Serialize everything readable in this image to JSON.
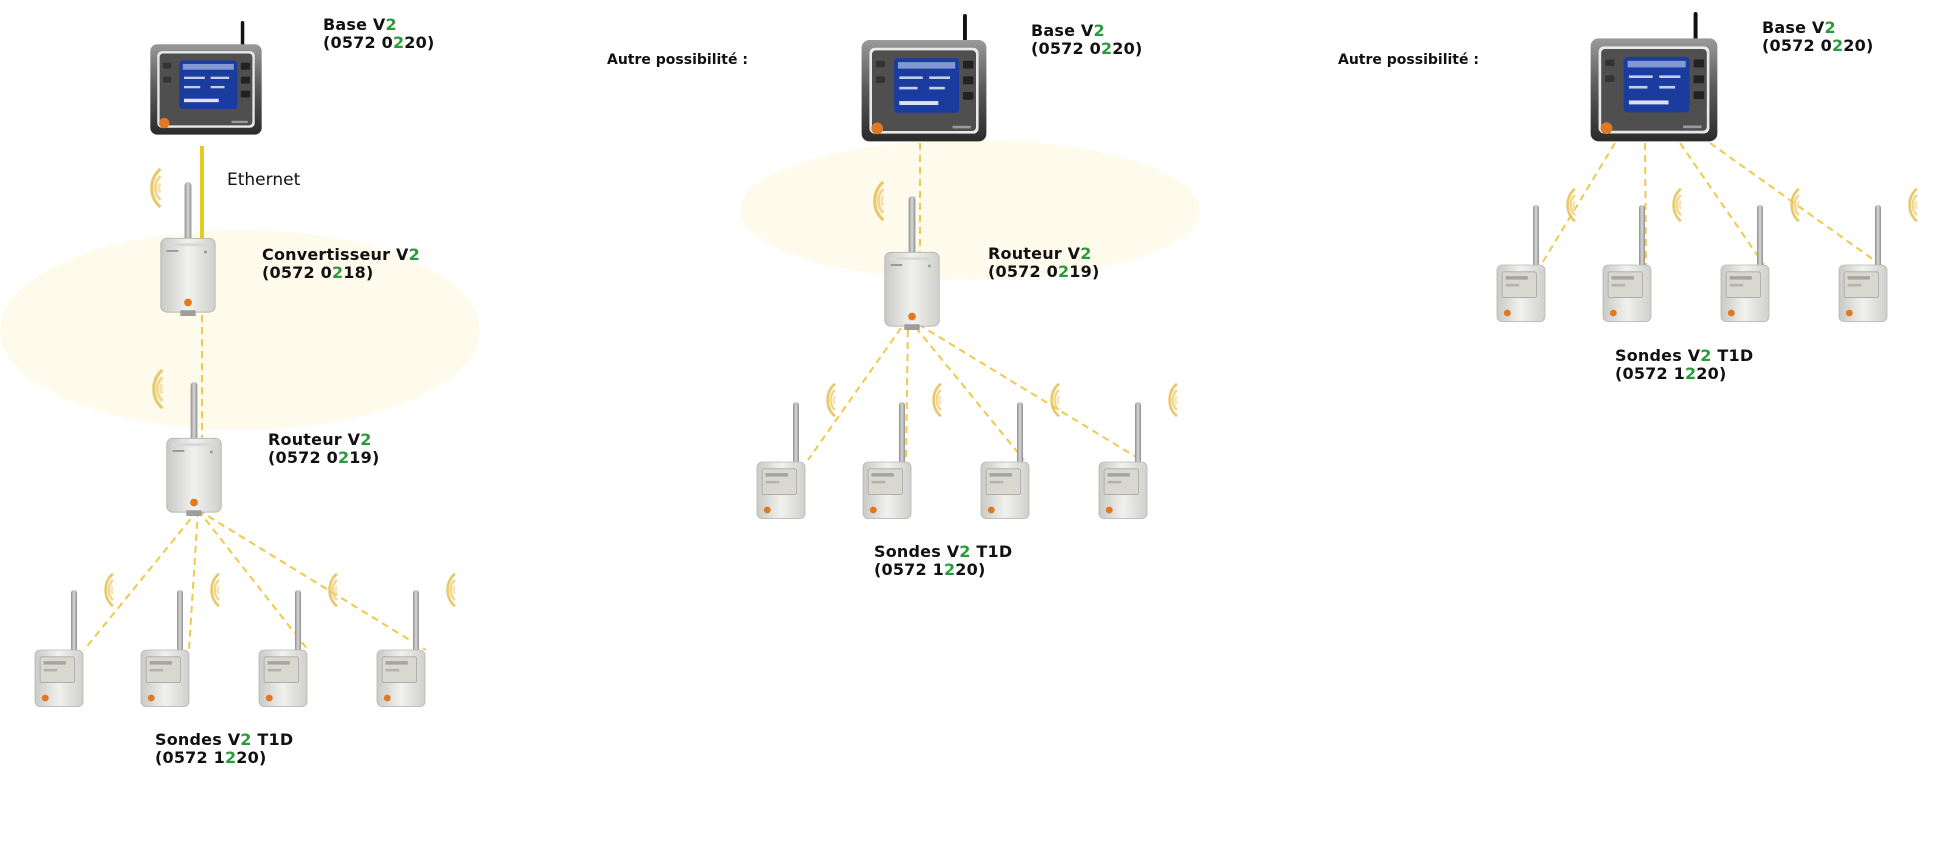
{
  "colors": {
    "wire_ethernet": "#e4cc1e",
    "wire_radio": "#f0c94a",
    "highlight_digit": "#2a9a3c",
    "device_body": "#e6e6e3",
    "base_case": "#6c6c6c",
    "base_screen": "#1a3c9e",
    "brand_orange": "#e07a22"
  },
  "icons": {
    "base": "base-station-icon",
    "converter": "converter-icon",
    "router": "router-icon",
    "probe": "probe-icon",
    "signal": "wireless-signal-icon"
  },
  "diagram1": {
    "base": {
      "pre": "Base V",
      "hi": "2",
      "post": "",
      "code_pre": "(0572 0",
      "code_hi": "2",
      "code_post": "20)"
    },
    "ethernet_label": "Ethernet",
    "converter": {
      "pre": "Convertisseur V",
      "hi": "2",
      "post": "",
      "code_pre": "(0572 0",
      "code_hi": "2",
      "code_post": "18)"
    },
    "router": {
      "pre": "Routeur V",
      "hi": "2",
      "post": "",
      "code_pre": "(0572 0",
      "code_hi": "2",
      "code_post": "19)"
    },
    "probes": {
      "pre": "Sondes V",
      "hi": "2",
      "post": " T1D",
      "code_pre": "(0572 1",
      "code_hi": "2",
      "code_post": "20)"
    }
  },
  "diagram2": {
    "alt_label": "Autre possibilité :",
    "base": {
      "pre": "Base V",
      "hi": "2",
      "post": "",
      "code_pre": "(0572 0",
      "code_hi": "2",
      "code_post": "20)"
    },
    "router": {
      "pre": "Routeur V",
      "hi": "2",
      "post": "",
      "code_pre": "(0572 0",
      "code_hi": "2",
      "code_post": "19)"
    },
    "probes": {
      "pre": "Sondes V",
      "hi": "2",
      "post": " T1D",
      "code_pre": "(0572 1",
      "code_hi": "2",
      "code_post": "20)"
    }
  },
  "diagram3": {
    "alt_label": "Autre possibilité :",
    "base": {
      "pre": "Base V",
      "hi": "2",
      "post": "",
      "code_pre": "(0572 0",
      "code_hi": "2",
      "code_post": "20)"
    },
    "probes": {
      "pre": "Sondes V",
      "hi": "2",
      "post": " T1D",
      "code_pre": "(0572 1",
      "code_hi": "2",
      "code_post": "20)"
    }
  }
}
